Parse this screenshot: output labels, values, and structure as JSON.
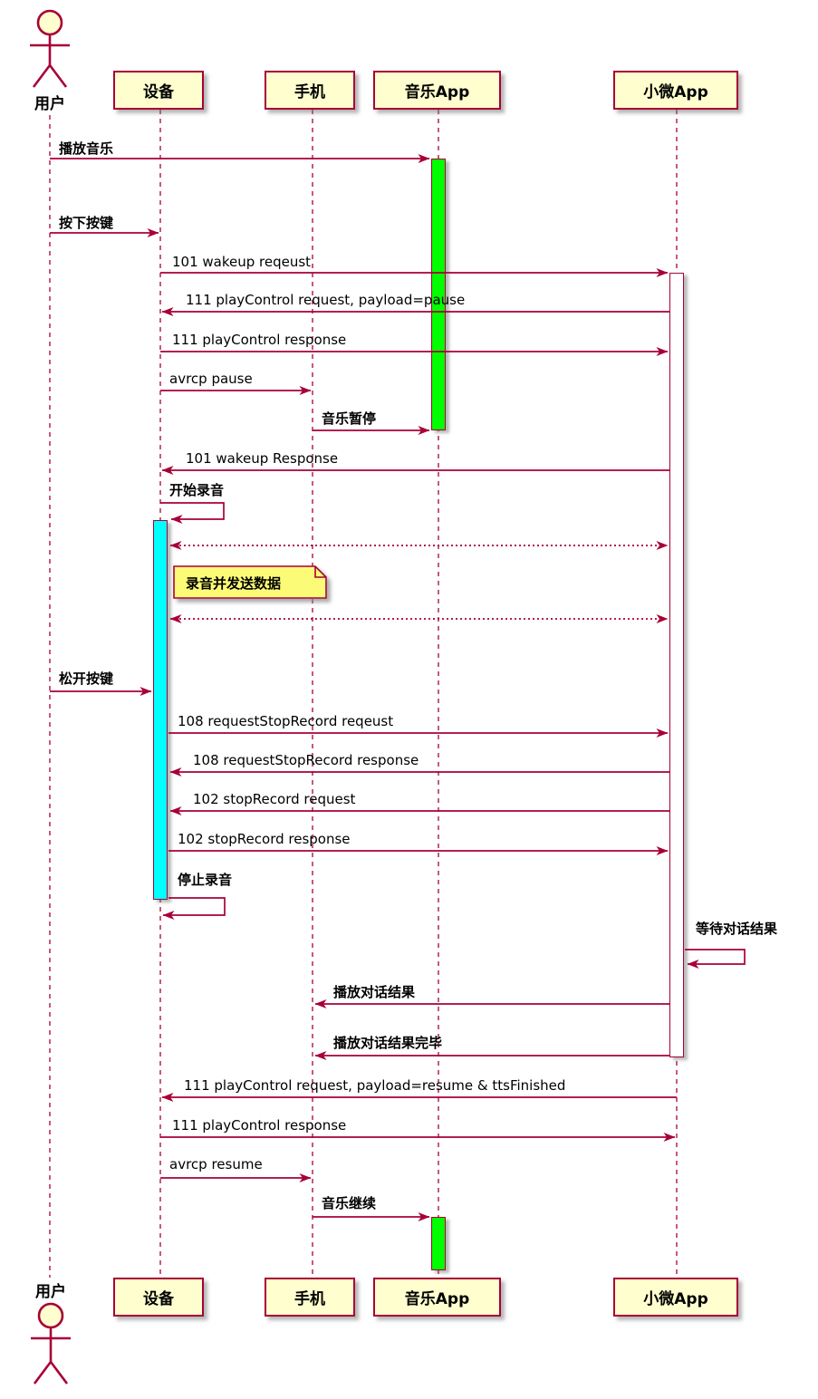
{
  "diagram": {
    "type": "sequence-diagram",
    "colors": {
      "line": "#A80036",
      "participant_fill": "#FEFECE",
      "note_fill": "#FBFB77",
      "activation_green": "#00FF00",
      "activation_cyan": "#00FFFF",
      "activation_idle": "#FFFFFF"
    },
    "actor": {
      "label": "用户"
    },
    "participants": [
      {
        "id": "device",
        "label": "设备"
      },
      {
        "id": "phone",
        "label": "手机"
      },
      {
        "id": "music-app",
        "label": "音乐App"
      },
      {
        "id": "xiaowei-app",
        "label": "小微App"
      }
    ],
    "note": {
      "text": "录音并发送数据",
      "attached_to": "设备"
    },
    "messages": [
      {
        "label": "播放音乐",
        "from": "用户",
        "to": "音乐App",
        "kind": "solid"
      },
      {
        "label": "按下按键",
        "from": "用户",
        "to": "设备",
        "kind": "solid"
      },
      {
        "label": "101 wakeup reqeust",
        "from": "设备",
        "to": "小微App",
        "kind": "solid"
      },
      {
        "label": "111 playControl request, payload=pause",
        "from": "小微App",
        "to": "设备",
        "kind": "solid"
      },
      {
        "label": "111 playControl response",
        "from": "设备",
        "to": "小微App",
        "kind": "solid"
      },
      {
        "label": "avrcp pause",
        "from": "设备",
        "to": "手机",
        "kind": "solid"
      },
      {
        "label": "音乐暂停",
        "from": "手机",
        "to": "音乐App",
        "kind": "solid"
      },
      {
        "label": "101 wakeup Response",
        "from": "小微App",
        "to": "设备",
        "kind": "solid"
      },
      {
        "label": "开始录音",
        "from": "设备",
        "to": "设备",
        "kind": "self"
      },
      {
        "label": "",
        "from": "设备",
        "to": "小微App",
        "kind": "dotted-bidirectional"
      },
      {
        "label": "",
        "from": "设备",
        "to": "小微App",
        "kind": "dotted-bidirectional"
      },
      {
        "label": "松开按键",
        "from": "用户",
        "to": "设备",
        "kind": "solid"
      },
      {
        "label": "108 requestStopRecord reqeust",
        "from": "设备",
        "to": "小微App",
        "kind": "solid"
      },
      {
        "label": "108 requestStopRecord response",
        "from": "小微App",
        "to": "设备",
        "kind": "solid"
      },
      {
        "label": "102 stopRecord request",
        "from": "小微App",
        "to": "设备",
        "kind": "solid"
      },
      {
        "label": "102 stopRecord response",
        "from": "设备",
        "to": "小微App",
        "kind": "solid"
      },
      {
        "label": "停止录音",
        "from": "设备",
        "to": "设备",
        "kind": "self"
      },
      {
        "label": "等待对话结果",
        "from": "小微App",
        "to": "小微App",
        "kind": "self"
      },
      {
        "label": "播放对话结果",
        "from": "小微App",
        "to": "手机",
        "kind": "solid"
      },
      {
        "label": "播放对话结果完毕",
        "from": "小微App",
        "to": "手机",
        "kind": "solid"
      },
      {
        "label": "111 playControl request, payload=resume & ttsFinished",
        "from": "小微App",
        "to": "设备",
        "kind": "solid"
      },
      {
        "label": "111 playControl response",
        "from": "设备",
        "to": "小微App",
        "kind": "solid"
      },
      {
        "label": "avrcp resume",
        "from": "设备",
        "to": "手机",
        "kind": "solid"
      },
      {
        "label": "音乐继续",
        "from": "手机",
        "to": "音乐App",
        "kind": "solid"
      }
    ],
    "activations": [
      {
        "participant": "音乐App",
        "color": "#00FF00"
      },
      {
        "participant": "小微App",
        "color": "#FFFFFF"
      },
      {
        "participant": "设备",
        "color": "#00FFFF"
      },
      {
        "participant": "音乐App",
        "color": "#00FF00"
      }
    ]
  }
}
